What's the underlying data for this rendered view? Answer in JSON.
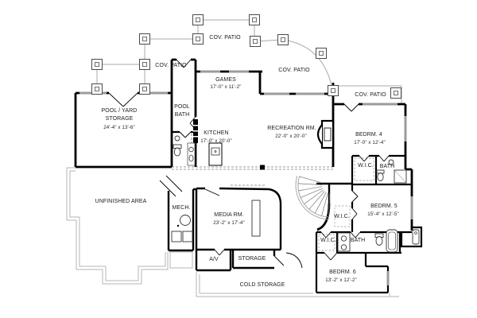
{
  "plan": {
    "patios": [
      "COV. PATIO",
      "COV. PATIO",
      "COV. PATIO",
      "COV. PATIO"
    ],
    "rooms": {
      "pool_yard_storage": {
        "line1": "POOL / YARD",
        "line2": "STORAGE",
        "dims": "24'-4\" x 13'-6\""
      },
      "pool_bath": {
        "line1": "POOL",
        "line2": "BATH"
      },
      "games": {
        "name": "GAMES",
        "dims": "17'-0\" x 11'-2\""
      },
      "kitchen": {
        "name": "KITCHEN",
        "dims": "17'-0\" x 20'-0\""
      },
      "recreation": {
        "name": "RECREATION RM.",
        "dims": "22'-0\" x 20'-0\""
      },
      "bedroom4": {
        "name": "BEDRM. 4",
        "dims": "17'-0\" x 12'-4\""
      },
      "wic4": {
        "name": "W.I.C."
      },
      "bath4": {
        "name": "BATH"
      },
      "bedroom5": {
        "name": "BEDRM. 5",
        "dims": "15'-4\" x 12'-5\""
      },
      "wic5": {
        "name": "W.I.C."
      },
      "wic5b": {
        "name": "W.I.C."
      },
      "bath5": {
        "name": "BATH"
      },
      "unfinished": {
        "name": "UNFINISHED AREA"
      },
      "mech": {
        "name": "MECH."
      },
      "media": {
        "name": "MEDIA RM.",
        "dims": "23'-2\" x 17'-4\""
      },
      "av": {
        "name": "A/V"
      },
      "storage": {
        "name": "STORAGE"
      },
      "cold_storage": {
        "name": "COLD STORAGE"
      },
      "bedroom6": {
        "name": "BEDRM. 6",
        "dims": "13'-2\" x 12'-2\""
      }
    },
    "colors": {
      "wall": "#000000",
      "window": "#9b9b9b",
      "patio_line": "#a8a8a8",
      "unfinished_line": "#b5b5b5",
      "text": "#1c1c1c",
      "background": "#ffffff"
    }
  }
}
